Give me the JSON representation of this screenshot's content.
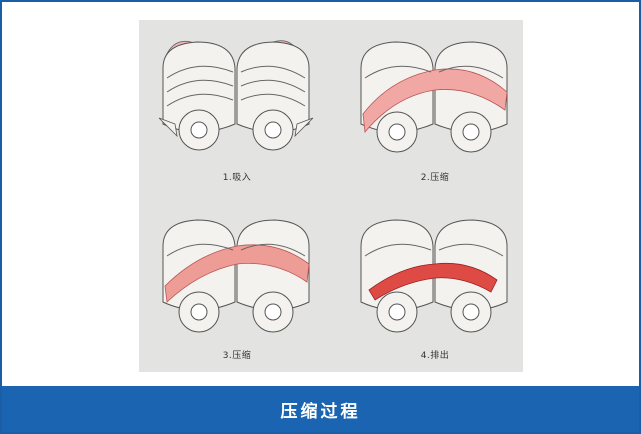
{
  "figure": {
    "panels": [
      {
        "label": "1.吸入",
        "highlight": "intake"
      },
      {
        "label": "2.压缩",
        "highlight": "compress-light"
      },
      {
        "label": "3.压缩",
        "highlight": "compress-mid"
      },
      {
        "label": "4.排出",
        "highlight": "discharge"
      }
    ]
  },
  "footer": {
    "title": "压缩过程"
  },
  "colors": {
    "border": "#1a5fa6",
    "footer_bg": "#1a64b2",
    "figure_bg": "#e3e3e1",
    "rotor_fill": "#f4f2ee",
    "rotor_stroke": "#555555",
    "intake_pink": "#f0b8b4",
    "compress_pink": "#f1a8a4",
    "compress_mid": "#ee9c96",
    "discharge_red": "#de4a44"
  }
}
